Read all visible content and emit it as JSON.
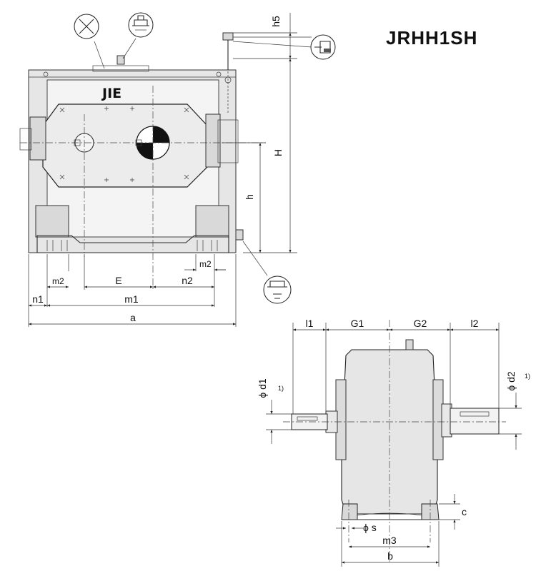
{
  "title": "JRHH1SH",
  "brand": "JIE",
  "labels": {
    "h5": "h5",
    "H": "H",
    "h": "h",
    "m2_left": "m2",
    "m2_right": "m2",
    "E": "E",
    "n2": "n2",
    "n1": "n1",
    "m1": "m1",
    "a": "a",
    "l1": "l1",
    "G1": "G1",
    "G2": "G2",
    "l2": "l2",
    "d1": "d1",
    "d2": "d2",
    "phi": "ϕ",
    "note1": "1)",
    "note2": "1)",
    "s": "s",
    "m3": "m3",
    "b": "b",
    "c": "c"
  }
}
